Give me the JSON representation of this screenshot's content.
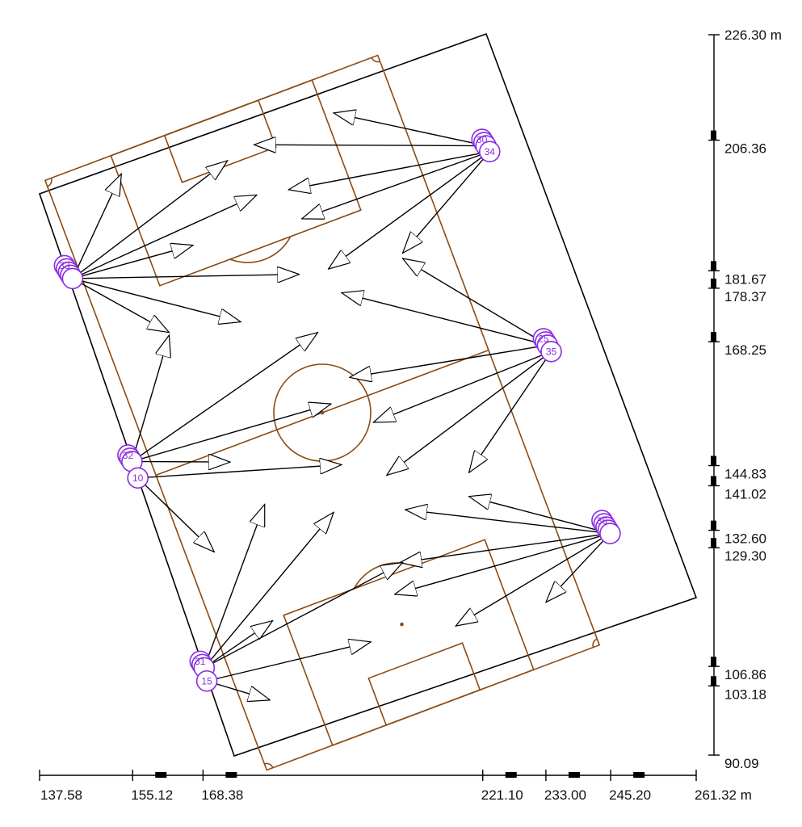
{
  "colors": {
    "background": "#ffffff",
    "boundary": "#000000",
    "field_lines": "#8a4b14",
    "marker": "#8a2be2",
    "arrow": "#000000"
  },
  "x_axis": {
    "unit": "m",
    "ticks": [
      {
        "value": 137.58,
        "label": "137.58"
      },
      {
        "value": 155.12,
        "label": "155.12"
      },
      {
        "value": 168.38,
        "label": "168.38"
      },
      {
        "value": 221.1,
        "label": "221.10"
      },
      {
        "value": 233.0,
        "label": "233.00"
      },
      {
        "value": 245.2,
        "label": "245.20"
      },
      {
        "value": 261.32,
        "label": "261.32 m"
      }
    ]
  },
  "y_axis": {
    "unit": "m",
    "ticks": [
      {
        "value": 226.3,
        "label": "226.30 m"
      },
      {
        "value": 206.36,
        "label": "206.36"
      },
      {
        "value": 181.67,
        "label": "181.67"
      },
      {
        "value": 178.37,
        "label": "178.37"
      },
      {
        "value": 168.25,
        "label": "168.25"
      },
      {
        "value": 144.83,
        "label": "144.83"
      },
      {
        "value": 141.02,
        "label": "141.02"
      },
      {
        "value": 132.6,
        "label": "132.60"
      },
      {
        "value": 129.3,
        "label": "129.30"
      },
      {
        "value": 106.86,
        "label": "106.86"
      },
      {
        "value": 103.18,
        "label": "103.18"
      },
      {
        "value": 90.09,
        "label": "90.09"
      }
    ]
  },
  "markers": [
    {
      "id": "33",
      "x": 143.8,
      "y": 180.2,
      "stack": 5
    },
    {
      "id": "30",
      "x": 221.7,
      "y": 205.3,
      "stack": 3
    },
    {
      "id": "34",
      "x": 222.4,
      "y": 204.2,
      "stack": 1
    },
    {
      "id": "25",
      "x": 233.3,
      "y": 167.6,
      "stack": 3
    },
    {
      "id": "35",
      "x": 234.0,
      "y": 166.4,
      "stack": 1
    },
    {
      "id": "32",
      "x": 155.0,
      "y": 145.6,
      "stack": 3
    },
    {
      "id": "10",
      "x": 156.1,
      "y": 142.5,
      "stack": 1
    },
    {
      "id": "36",
      "x": 245.1,
      "y": 132.0,
      "stack": 5
    },
    {
      "id": "31",
      "x": 168.6,
      "y": 106.6,
      "stack": 3
    },
    {
      "id": "15",
      "x": 169.1,
      "y": 104.1,
      "stack": 1
    }
  ],
  "arrows": [
    {
      "from": "33",
      "to": [
        153.0,
        200.0
      ]
    },
    {
      "from": "33",
      "to": [
        173.0,
        202.5
      ]
    },
    {
      "from": "33",
      "to": [
        178.5,
        196.0
      ]
    },
    {
      "from": "33",
      "to": [
        166.5,
        186.5
      ]
    },
    {
      "from": "33",
      "to": [
        186.5,
        181.0
      ]
    },
    {
      "from": "33",
      "to": [
        175.5,
        172.0
      ]
    },
    {
      "from": "33",
      "to": [
        162.0,
        170.0
      ]
    },
    {
      "from": "30",
      "to": [
        193.0,
        211.5
      ]
    },
    {
      "from": "30",
      "to": [
        178.0,
        205.5
      ]
    },
    {
      "from": "34",
      "to": [
        184.5,
        197.0
      ]
    },
    {
      "from": "34",
      "to": [
        187.0,
        191.5
      ]
    },
    {
      "from": "34",
      "to": [
        192.0,
        182.0
      ]
    },
    {
      "from": "34",
      "to": [
        206.0,
        185.0
      ]
    },
    {
      "from": "25",
      "to": [
        206.0,
        184.0
      ]
    },
    {
      "from": "25",
      "to": [
        194.5,
        177.5
      ]
    },
    {
      "from": "25",
      "to": [
        196.0,
        161.5
      ]
    },
    {
      "from": "35",
      "to": [
        200.5,
        153.0
      ]
    },
    {
      "from": "35",
      "to": [
        203.0,
        143.0
      ]
    },
    {
      "from": "35",
      "to": [
        218.5,
        143.5
      ]
    },
    {
      "from": "32",
      "to": [
        190.0,
        170.0
      ]
    },
    {
      "from": "32",
      "to": [
        192.5,
        156.5
      ]
    },
    {
      "from": "32",
      "to": [
        162.0,
        169.5
      ]
    },
    {
      "from": "32",
      "to": [
        173.5,
        145.5
      ]
    },
    {
      "from": "10",
      "to": [
        194.5,
        145.0
      ]
    },
    {
      "from": "10",
      "to": [
        170.5,
        128.5
      ]
    },
    {
      "from": "36",
      "to": [
        218.5,
        139.0
      ]
    },
    {
      "from": "36",
      "to": [
        206.5,
        136.5
      ]
    },
    {
      "from": "36",
      "to": [
        205.5,
        126.5
      ]
    },
    {
      "from": "36",
      "to": [
        204.5,
        120.5
      ]
    },
    {
      "from": "36",
      "to": [
        216.0,
        114.5
      ]
    },
    {
      "from": "36",
      "to": [
        233.0,
        119.0
      ]
    },
    {
      "from": "31",
      "to": [
        180.0,
        137.5
      ]
    },
    {
      "from": "31",
      "to": [
        193.0,
        136.0
      ]
    },
    {
      "from": "31",
      "to": [
        181.5,
        115.5
      ]
    },
    {
      "from": "31",
      "to": [
        206.0,
        126.5
      ]
    },
    {
      "from": "15",
      "to": [
        200.0,
        111.5
      ]
    },
    {
      "from": "15",
      "to": [
        181.0,
        100.5
      ]
    }
  ]
}
